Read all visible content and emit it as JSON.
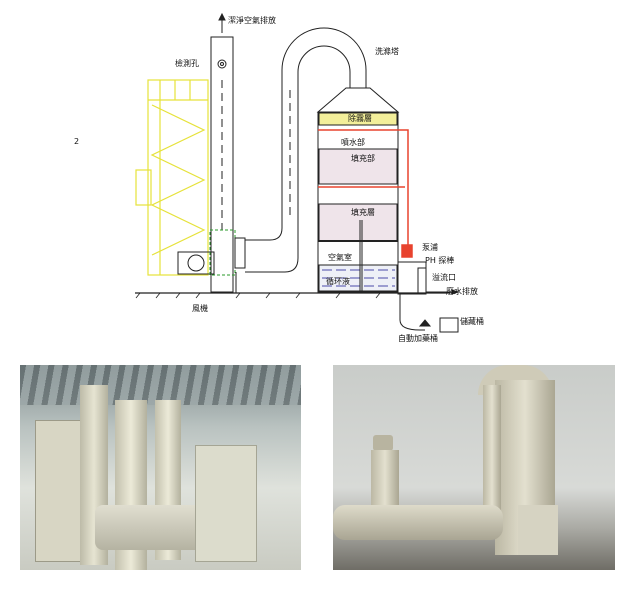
{
  "page_number": "2",
  "diagram": {
    "labels": {
      "clean_air_exhaust": "潔淨空氣排放",
      "inspection_hole": "檢測孔",
      "scrubber_tower": "洗滌塔",
      "demister_layer": "除霧層",
      "spray_section": "噴水部",
      "packing_section": "填充部",
      "packing_layer": "填充層",
      "air_chamber": "空氣室",
      "circulating_liquid": "循环液",
      "pump": "泵浦",
      "ph_probe": "PH 探棒",
      "overflow": "溢流口",
      "wastewater_discharge": "廢水排放",
      "storage_tank": "儲藏桶",
      "auto_dosing_tank": "自動加藥桶",
      "fan": "風機"
    }
  },
  "colors": {
    "pipe_red": "#e8432e",
    "yellow_frame": "#e6e23a",
    "packing_purple": "#a0587a"
  }
}
